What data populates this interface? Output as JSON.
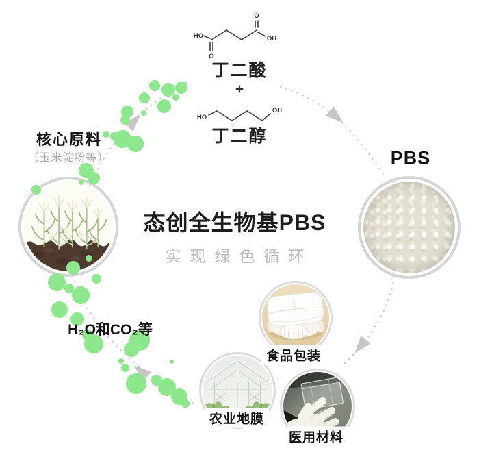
{
  "title": {
    "main": "态创全生物基PBS",
    "subtitle": "实现绿色循环"
  },
  "monomers": {
    "acid": {
      "label": "丁二酸",
      "ho": "HO",
      "oh": "OH",
      "o_top": "O",
      "o_bottom": "O"
    },
    "plus": "+",
    "diol": {
      "label": "丁二醇",
      "ho": "HO",
      "oh": "OH"
    }
  },
  "polymer": {
    "label": "PBS"
  },
  "raw_material": {
    "label": "核心原料",
    "note": "（玉米淀粉等）"
  },
  "degradation": {
    "label": "H₂O和CO₂等"
  },
  "applications": [
    {
      "label": "食品包装"
    },
    {
      "label": "农业地膜"
    },
    {
      "label": "医用材料"
    }
  ],
  "colors": {
    "bubble_green": "#8de88d",
    "arc_gray": "#c9c9c9",
    "arrow_gray": "#c6c6c6",
    "ink": "#1e1e1e",
    "muted_text": "#ababab",
    "subtitle_gray": "#bcbcbc",
    "soil_brown": "#4e392d"
  }
}
